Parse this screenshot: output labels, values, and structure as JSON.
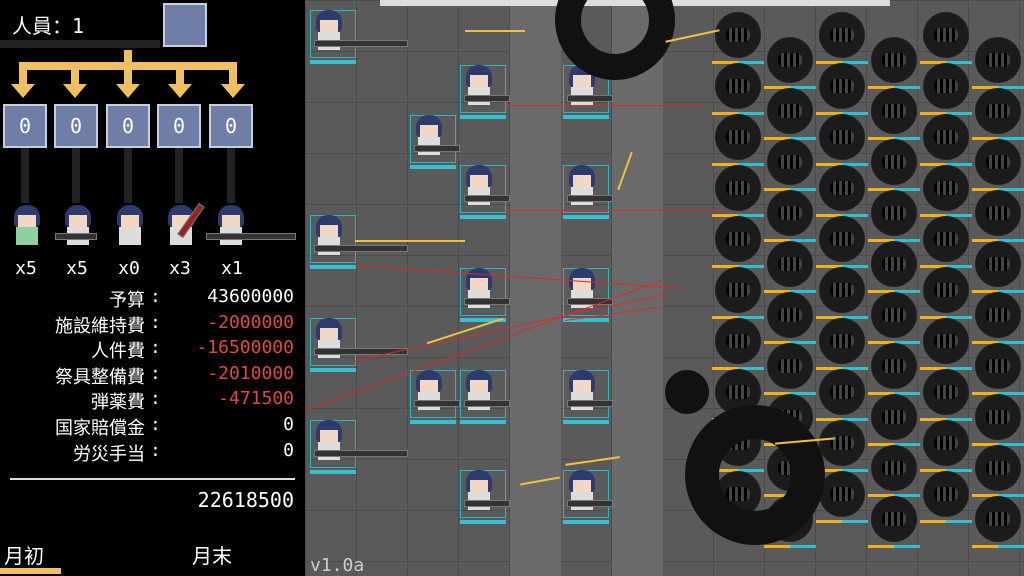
{
  "hud": {
    "staff_label": "人員：1",
    "slots": [
      "0",
      "0",
      "0",
      "0",
      "0"
    ],
    "multipliers": [
      "x5",
      "x5",
      "x0",
      "x3",
      "x1"
    ]
  },
  "ledger": {
    "budget_label": "予算",
    "budget_value": "43600000",
    "facility_label": "施設維持費",
    "facility_value": "-2000000",
    "personnel_label": "人件費",
    "personnel_value": "-16500000",
    "equipment_label": "祭具整備費",
    "equipment_value": "-2010000",
    "ammo_label": "弾薬費",
    "ammo_value": "-471500",
    "compensation_label": "国家賠償金",
    "compensation_value": "0",
    "workers_label": "労災手当",
    "workers_value": "0",
    "colon": ":",
    "total": "22618500"
  },
  "month": {
    "start": "月初",
    "end": "月末",
    "progress": 0.2
  },
  "version": "v1.0a",
  "colors": {
    "accent": "#f0c060",
    "negative": "#e04848",
    "hp_cyan": "#39c0d0",
    "slot": "#6f7ea6"
  }
}
